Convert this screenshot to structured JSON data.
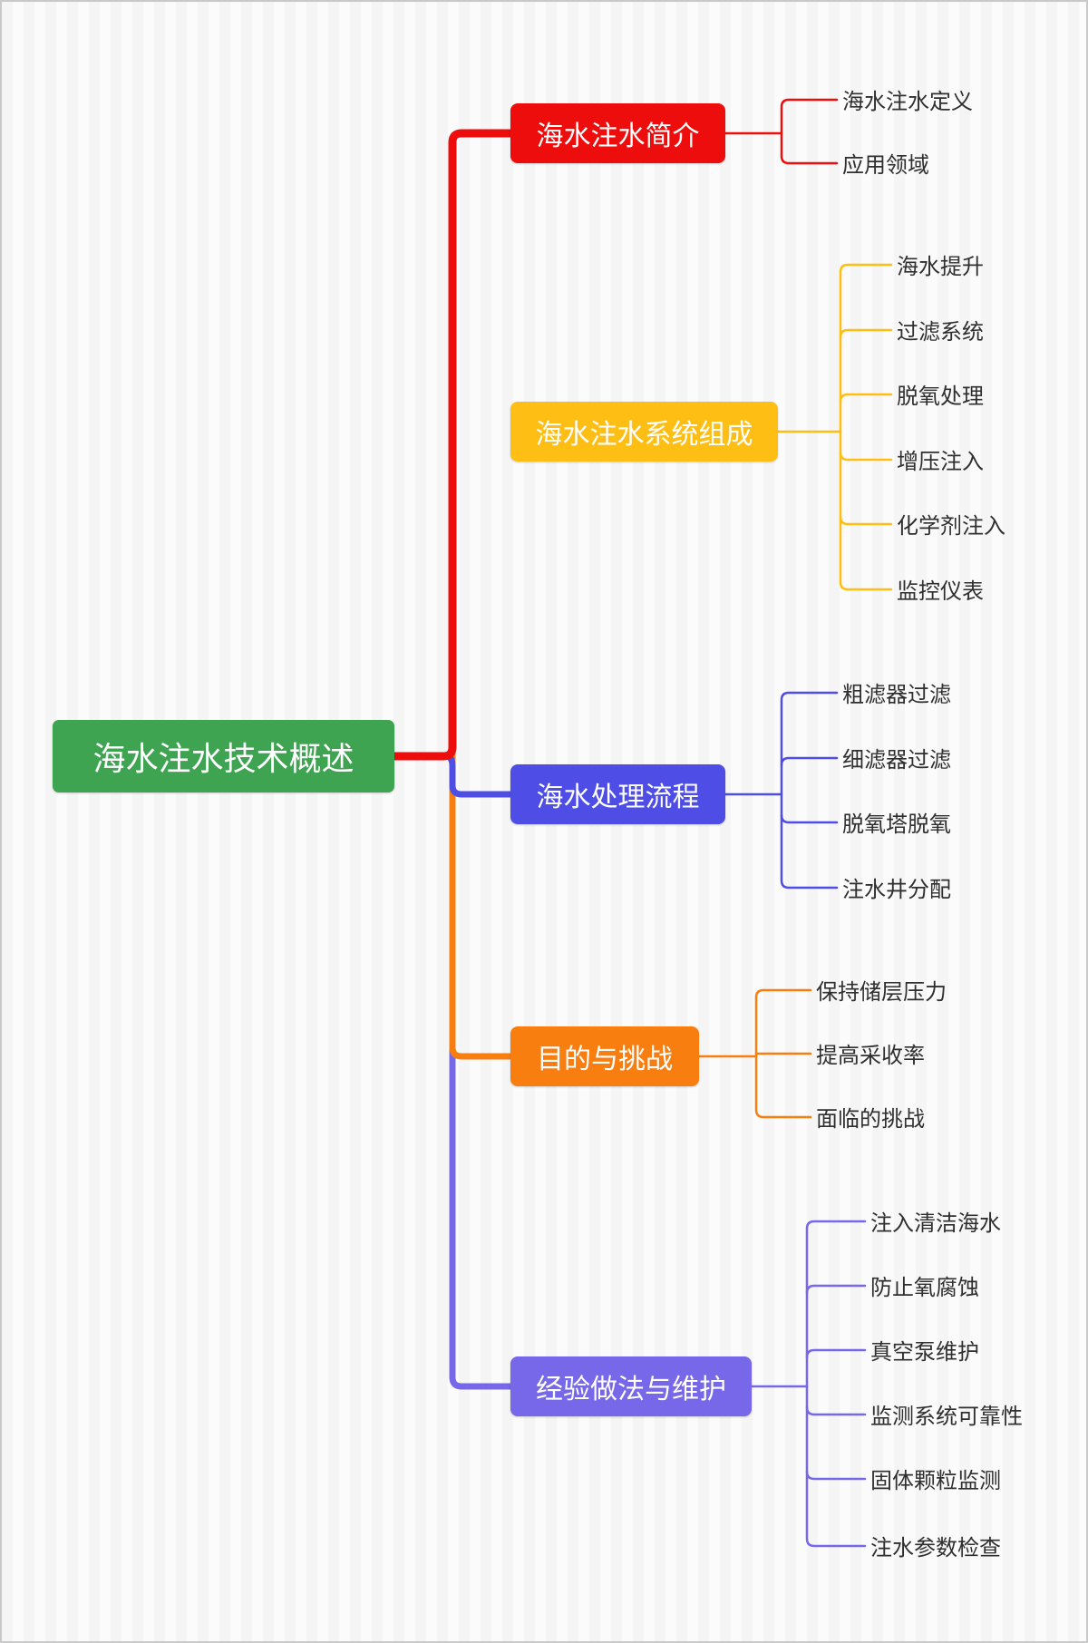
{
  "root": {
    "label": "海水注水技术概述",
    "color": "#3EA452"
  },
  "branches": [
    {
      "label": "海水注水简介",
      "color": "#EE0D0D",
      "children": [
        "海水注水定义",
        "应用领域"
      ]
    },
    {
      "label": "海水注水系统组成",
      "color": "#FFBE14",
      "children": [
        "海水提升",
        "过滤系统",
        "脱氧处理",
        "增压注入",
        "化学剂注入",
        "监控仪表"
      ]
    },
    {
      "label": "海水处理流程",
      "color": "#4E4EE7",
      "children": [
        "粗滤器过滤",
        "细滤器过滤",
        "脱氧塔脱氧",
        "注水井分配"
      ]
    },
    {
      "label": "目的与挑战",
      "color": "#F97E10",
      "children": [
        "保持储层压力",
        "提高采收率",
        "面临的挑战"
      ]
    },
    {
      "label": "经验做法与维护",
      "color": "#7767E9",
      "children": [
        "注入清洁海水",
        "防止氧腐蚀",
        "真空泵维护",
        "监测系统可靠性",
        "固体颗粒监测",
        "注水参数检查"
      ]
    }
  ],
  "leaf_text_color": "#2F2F2F"
}
